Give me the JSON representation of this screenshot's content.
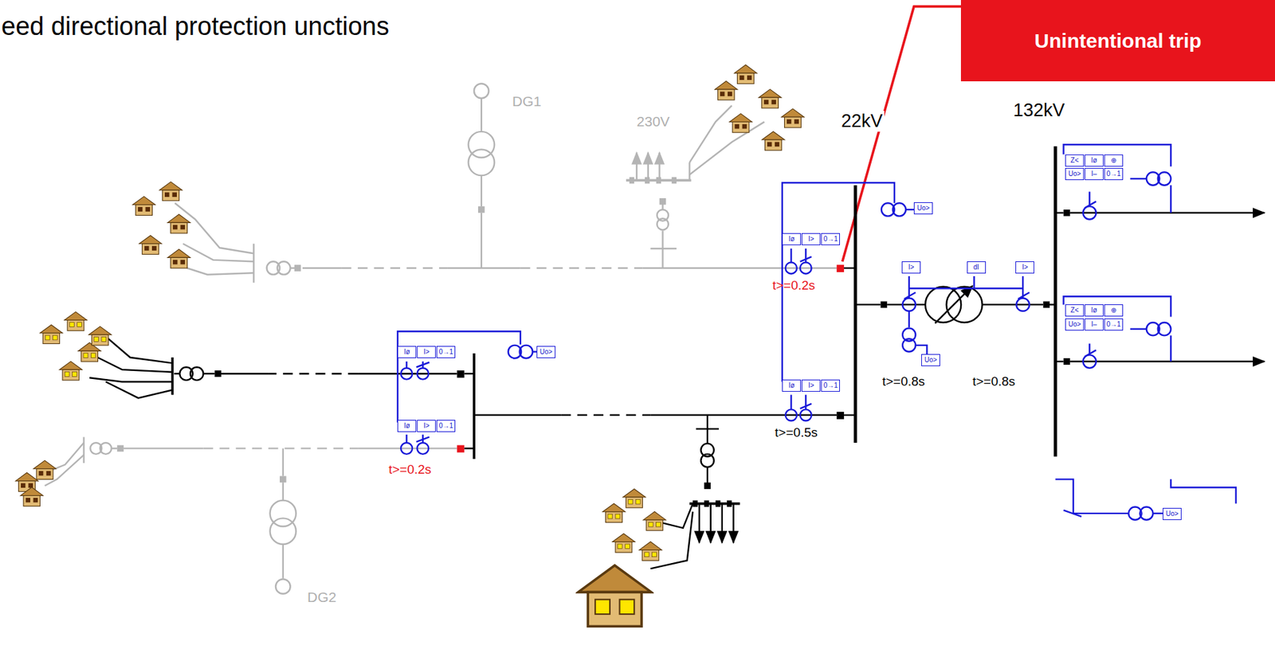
{
  "diagram": {
    "nodes": [
      {
        "text": [
          "Unintentional trip"
        ]
      },
      {
        "text": [
          "Iø"
        ]
      },
      {
        "text": [
          "I>"
        ]
      },
      {
        "text": [
          "0→1"
        ]
      },
      {
        "text": [
          "Uo>"
        ]
      },
      {
        "text": [
          "I>"
        ]
      },
      {
        "text": [
          "dI"
        ]
      },
      {
        "text": [
          "I>"
        ]
      },
      {
        "text": [
          "Iø"
        ]
      },
      {
        "text": [
          "I>"
        ]
      },
      {
        "text": [
          "0→1"
        ]
      },
      {
        "text": [
          "Uo>"
        ]
      },
      {
        "text": [
          "Z<"
        ]
      },
      {
        "text": [
          "Iø"
        ]
      },
      {
        "text": [
          "⊕"
        ]
      },
      {
        "text": [
          "Uo>"
        ]
      },
      {
        "text": [
          "I–"
        ]
      },
      {
        "text": [
          "0→1"
        ]
      },
      {
        "text": [
          "Z<"
        ]
      },
      {
        "text": [
          "Iø"
        ]
      },
      {
        "text": [
          "⊕"
        ]
      },
      {
        "text": [
          "Uo>"
        ]
      },
      {
        "text": [
          "I–"
        ]
      },
      {
        "text": [
          "0→1"
        ]
      },
      {
        "text": [
          "Iø"
        ]
      },
      {
        "text": [
          "I>"
        ]
      },
      {
        "text": [
          "0→1"
        ]
      },
      {
        "text": [
          "Uo>"
        ]
      },
      {
        "text": [
          "Iø"
        ]
      },
      {
        "text": [
          "I>"
        ]
      },
      {
        "text": [
          "0→1"
        ]
      },
      {
        "text": [
          "Uo>"
        ]
      }
    ],
    "labels": [
      "eed directional protection unctions",
      "DG1",
      "230V",
      "22kV",
      "132kV",
      "t>=0.2s",
      "t>=0.5s",
      "t>=0.8s",
      "t>=0.8s",
      "t>=0.2s",
      "DG2"
    ]
  }
}
